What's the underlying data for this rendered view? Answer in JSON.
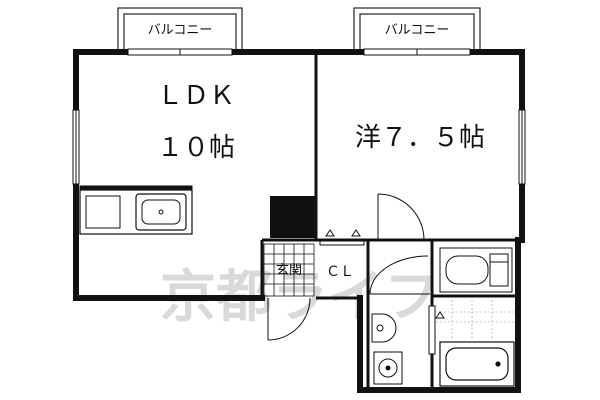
{
  "floorplan": {
    "balcony_left": "バルコニー",
    "balcony_right": "バルコニー",
    "ldk_label": "ＬＤＫ",
    "ldk_size": "１０帖",
    "western_room": "洋７．５帖",
    "entrance": "玄関",
    "closet": "ＣＬ",
    "watermark": "京都ライフ"
  }
}
